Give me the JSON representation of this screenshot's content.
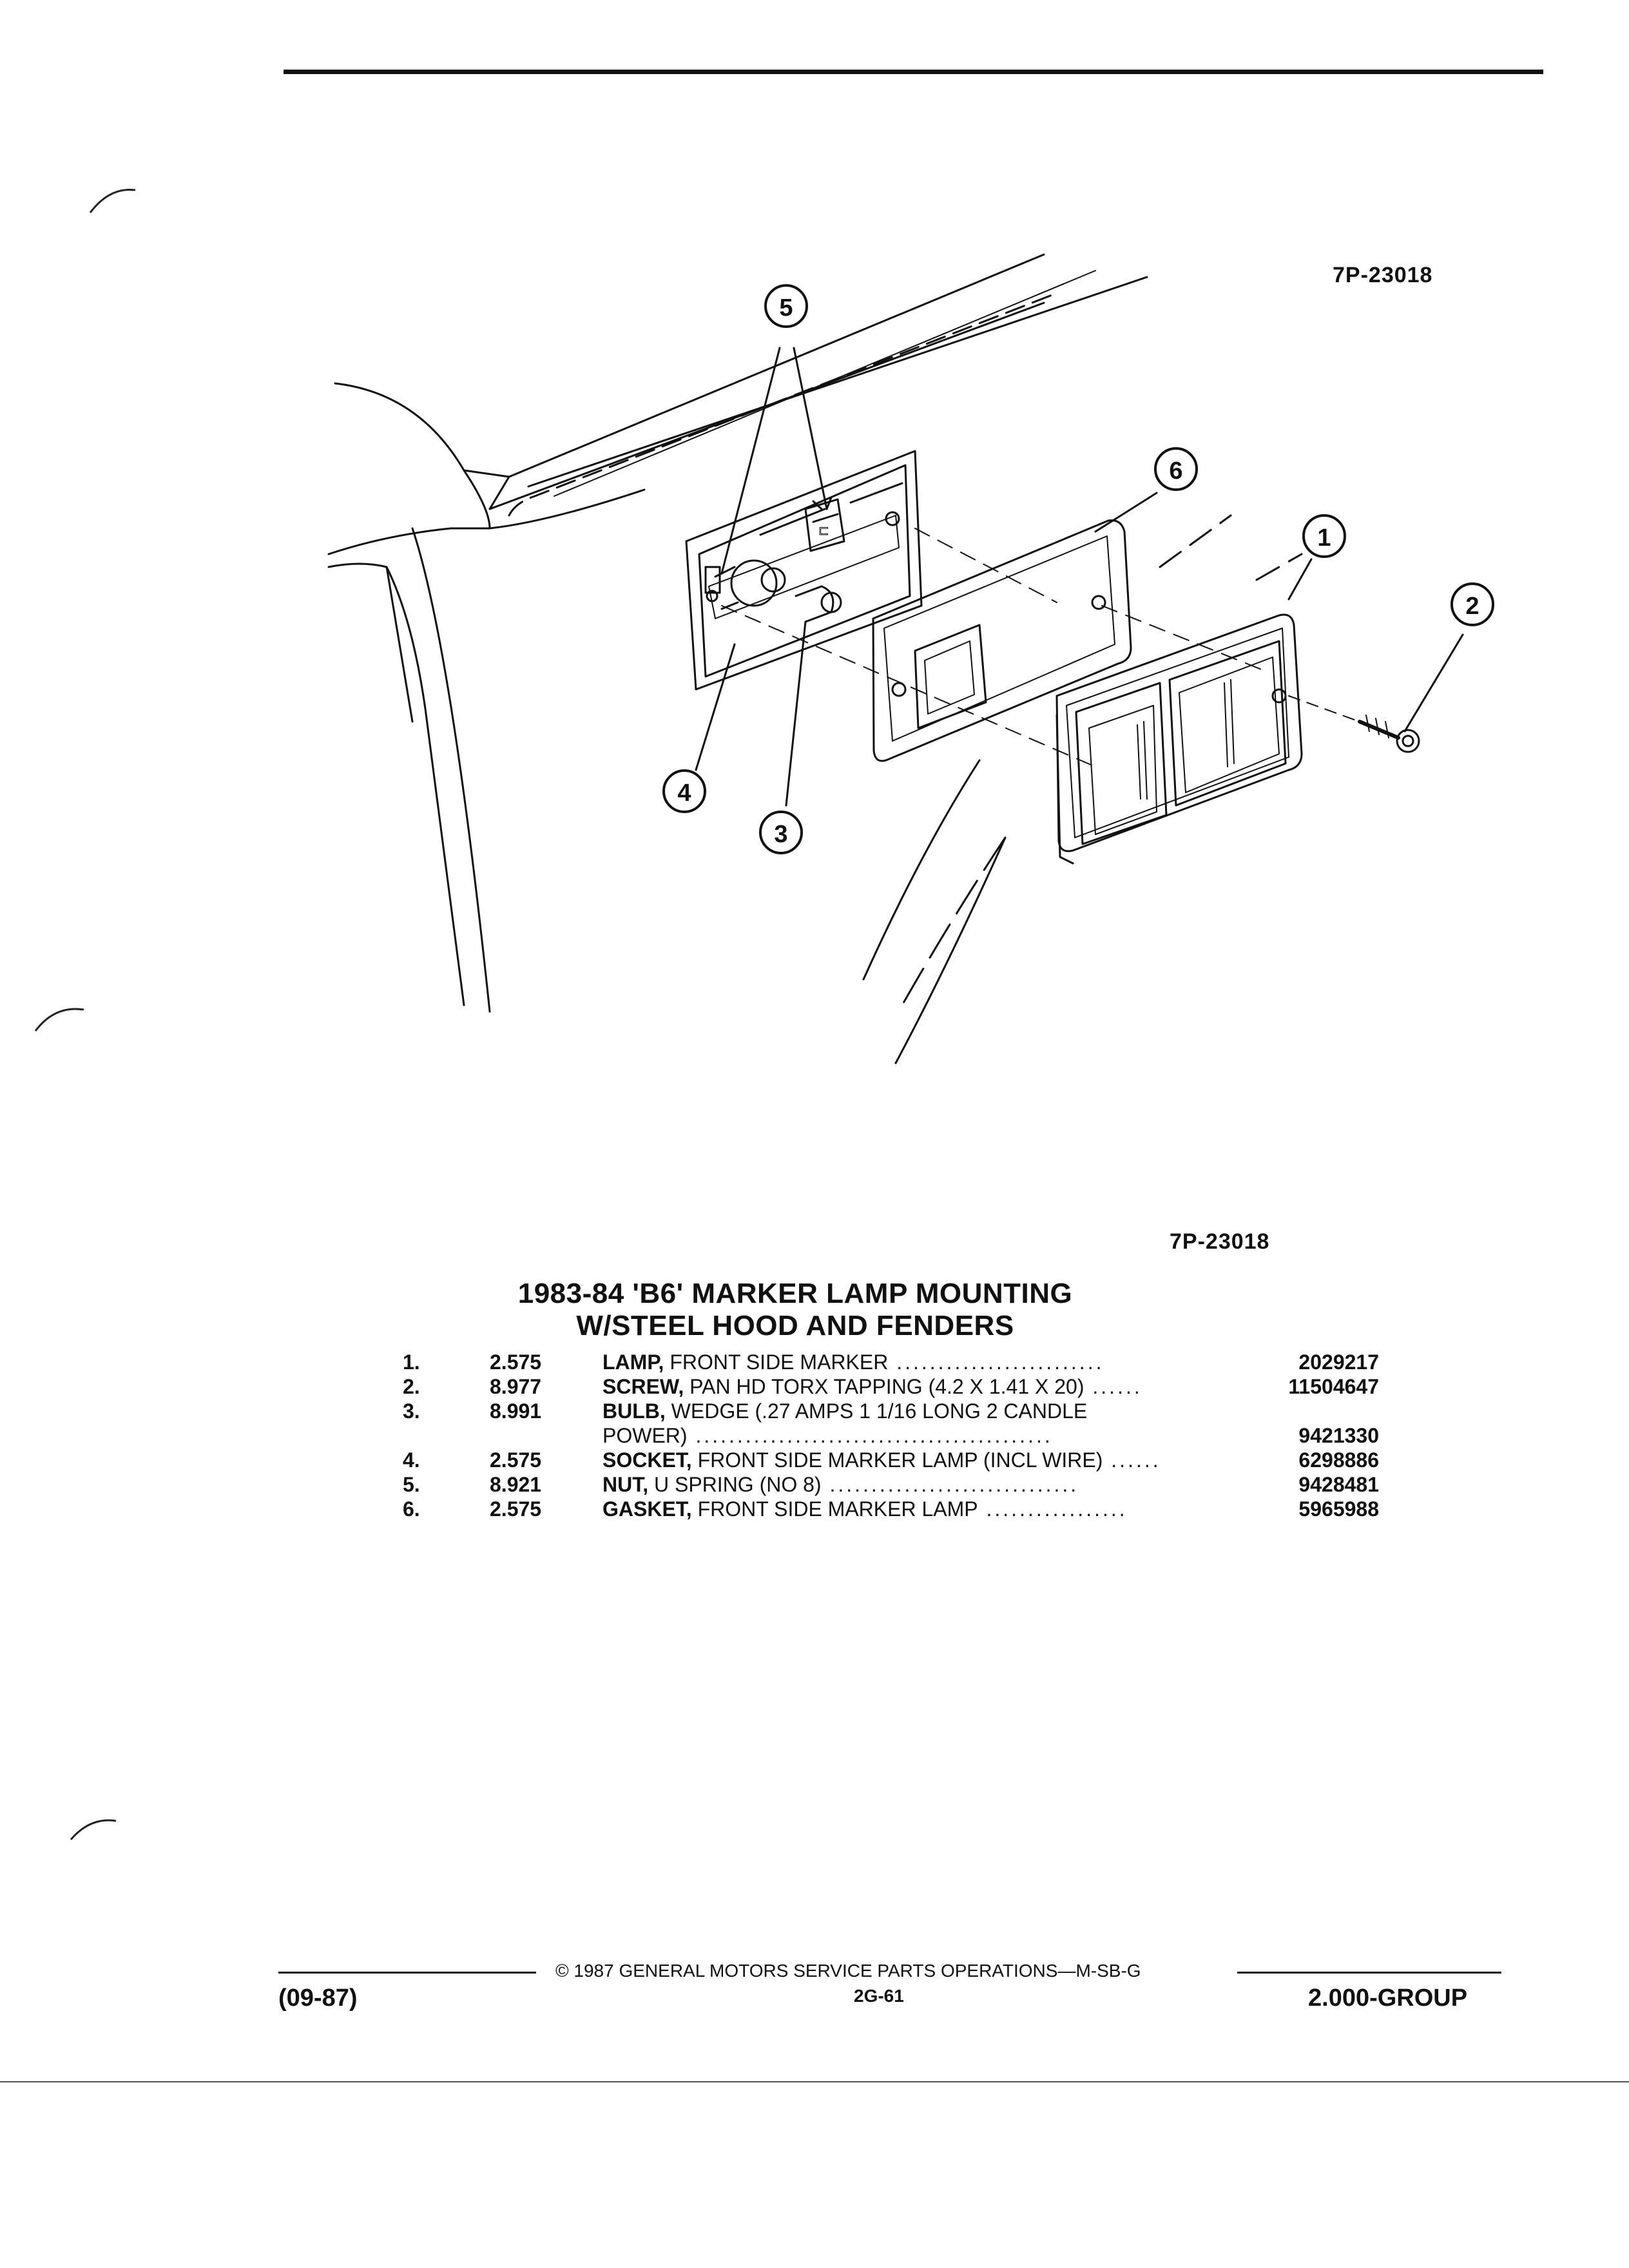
{
  "figure_code": "7P-23018",
  "figure_code_bottom": "7P-23018",
  "title_line1": "1983-84 'B6' MARKER LAMP MOUNTING",
  "title_line2": "W/STEEL HOOD AND FENDERS",
  "callouts": [
    "1",
    "2",
    "3",
    "4",
    "5",
    "6"
  ],
  "parts": [
    {
      "num": "1.",
      "group": "2.575",
      "name": "LAMP,",
      "desc": " FRONT SIDE MARKER",
      "dots": " .........................",
      "part_no": "2029217"
    },
    {
      "num": "2.",
      "group": "8.977",
      "name": "SCREW,",
      "desc": " PAN HD TORX TAPPING (4.2 X 1.41 X 20)",
      "dots": " ......",
      "part_no": "11504647"
    },
    {
      "num": "3.",
      "group": "8.991",
      "name": "BULB,",
      "desc": " WEDGE (.27 AMPS 1 1/16 LONG 2 CANDLE",
      "dots": "",
      "part_no": ""
    },
    {
      "num": "",
      "group": "",
      "name": "",
      "desc": "POWER)",
      "dots": " ...........................................",
      "part_no": "9421330"
    },
    {
      "num": "4.",
      "group": "2.575",
      "name": "SOCKET,",
      "desc": " FRONT SIDE MARKER LAMP (INCL WIRE)",
      "dots": " ......",
      "part_no": "6298886"
    },
    {
      "num": "5.",
      "group": "8.921",
      "name": "NUT,",
      "desc": " U SPRING (NO 8)",
      "dots": " ..............................",
      "part_no": "9428481"
    },
    {
      "num": "6.",
      "group": "2.575",
      "name": "GASKET,",
      "desc": " FRONT SIDE MARKER LAMP",
      "dots": " .................",
      "part_no": "5965988"
    }
  ],
  "footer": {
    "copyright": "© 1987 GENERAL MOTORS SERVICE PARTS OPERATIONS—M-SB-G",
    "date": "(09-87)",
    "page": "2G-61",
    "group": "2.000-GROUP"
  }
}
